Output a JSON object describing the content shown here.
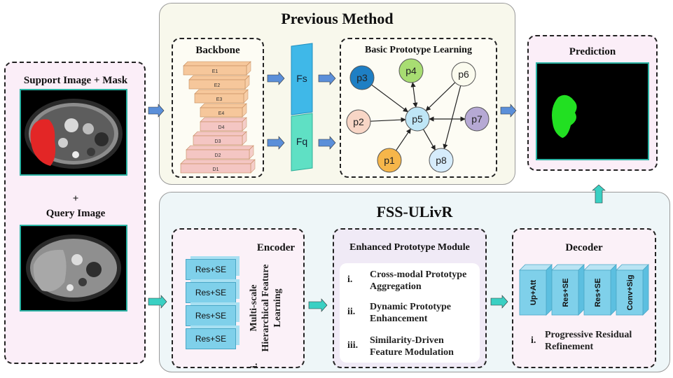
{
  "input": {
    "support_title": "Support Image + Mask",
    "plus": "+",
    "query_title": "Query Image"
  },
  "previous": {
    "title": "Previous Method",
    "backbone_title": "Backbone",
    "encoder_layers": [
      "E1",
      "E2",
      "E3",
      "E4"
    ],
    "decoder_layers": [
      "D4",
      "D3",
      "D2",
      "D1"
    ],
    "fs": "Fs",
    "fq": "Fq",
    "proto_title": "Basic Prototype Learning",
    "nodes": [
      "p3",
      "p4",
      "p6",
      "p2",
      "p5",
      "p7",
      "p1",
      "p8"
    ]
  },
  "prediction": {
    "title": "Prediction"
  },
  "fss": {
    "title": "FSS-ULivR",
    "encoder": {
      "title": "Encoder",
      "blocks": [
        "Res+SE",
        "Res+SE",
        "Res+SE",
        "Res+SE"
      ],
      "vertical_num": "i.",
      "vertical_text": "Multi-scale Hierarchical Feature Learning"
    },
    "epm": {
      "title": "Enhanced Prototype Module",
      "items": [
        {
          "num": "i.",
          "text": "Cross-modal Prototype Aggregation"
        },
        {
          "num": "ii.",
          "text": "Dynamic Prototype Enhancement"
        },
        {
          "num": "iii.",
          "text": "Similarity-Driven Feature Modulation"
        }
      ]
    },
    "decoder": {
      "title": "Decoder",
      "blocks": [
        "Up+Att",
        "Res+SE",
        "Res+SE",
        "Conv+Sig"
      ],
      "item_num": "i.",
      "item_text": "Progressive Residual Refinement"
    }
  },
  "colors": {
    "arrow_blue": "#5b8fd9",
    "arrow_teal": "#3ad0c3",
    "encoder_layer": "#f6c79b",
    "decoder_layer": "#f4c6c3",
    "fs_block": "#3fb8e8",
    "fq_block": "#5fe0c4",
    "resse_block": "#7fd0ea",
    "liver_mask": "#e32626",
    "prediction_mask": "#22e022"
  }
}
